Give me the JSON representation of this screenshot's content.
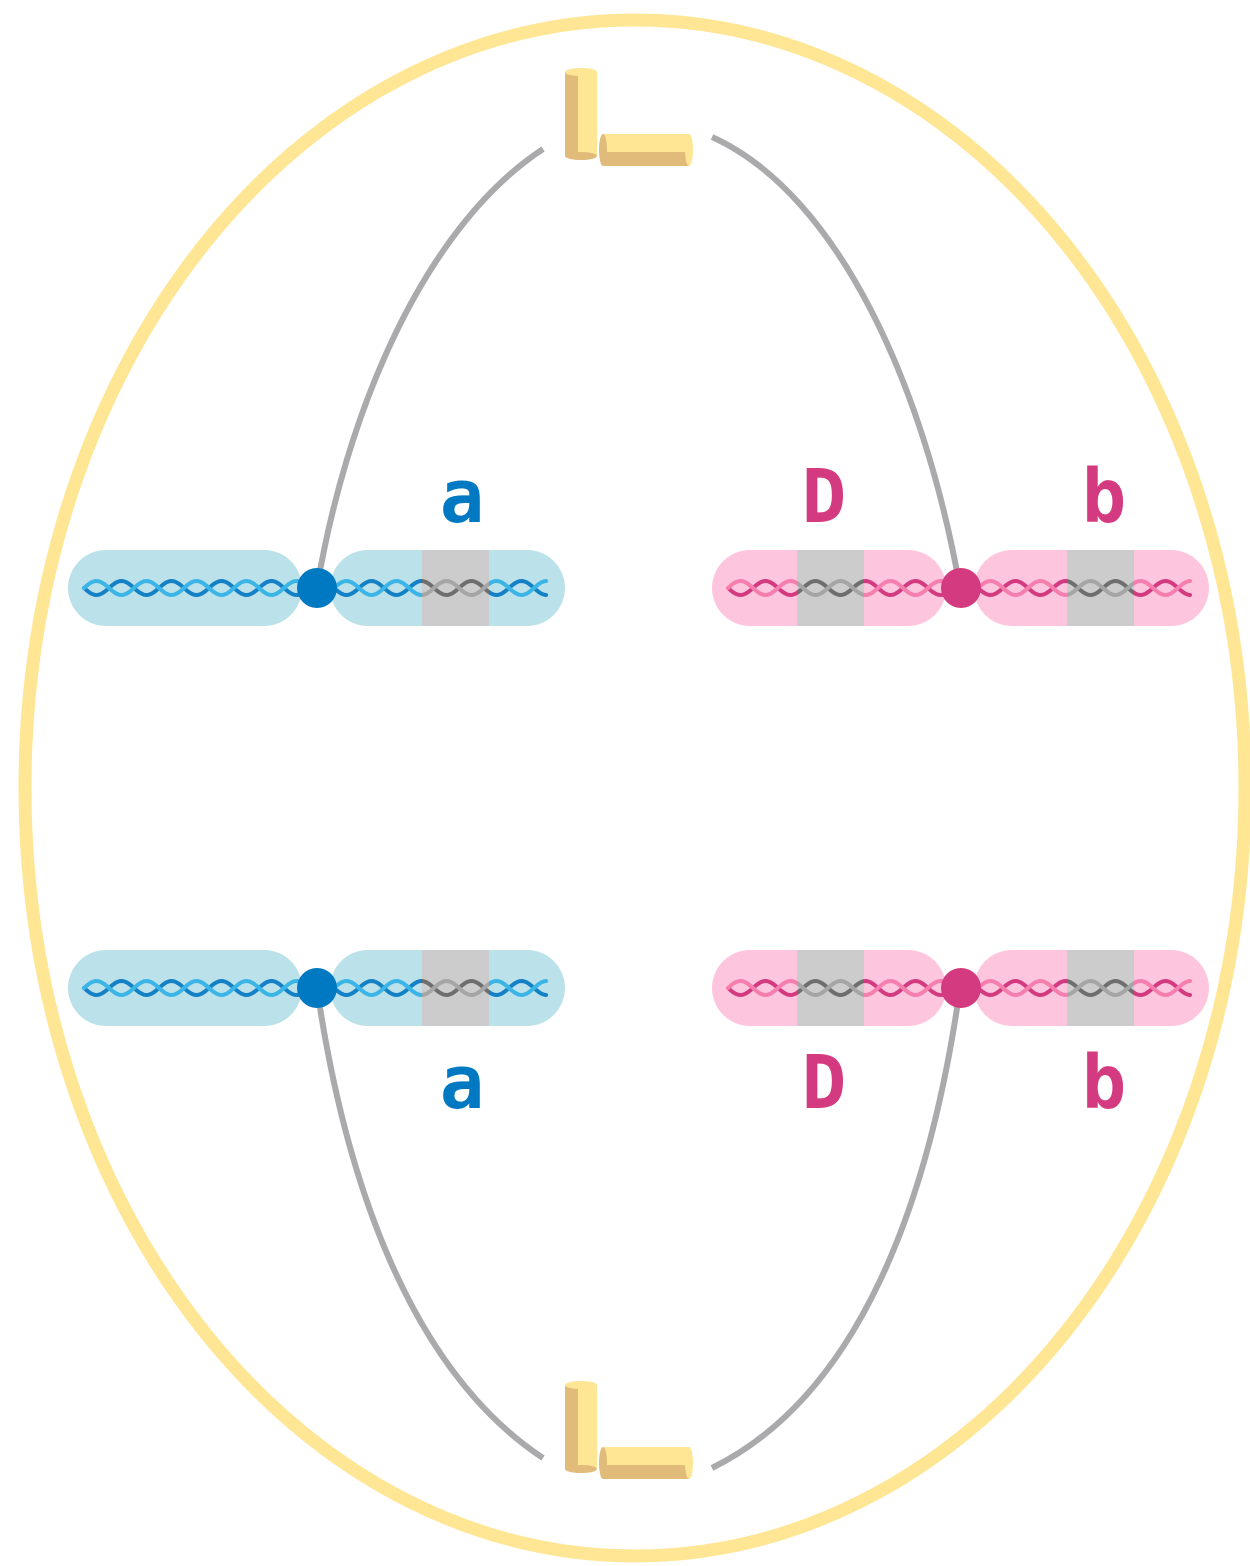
{
  "colors": {
    "cell_membrane": "#fee695",
    "spindle": "#aaaaad",
    "blue_chromosome": "#bbe1ea",
    "blue_centromere": "#0079c2",
    "blue_strand_dark": "#1481c7",
    "blue_strand_light": "#3ab5e6",
    "pink_chromosome": "#fec5df",
    "pink_centromere": "#d43a7f",
    "pink_strand_dark": "#d43a7f",
    "pink_strand_light": "#f47eae",
    "gene_band": "#cccccc",
    "gene_strand_dark": "#6e6e6e",
    "gene_strand_light": "#a5a5a5",
    "centriole_light": "#fee695",
    "centriole_dark": "#e1bb7a"
  },
  "labels": {
    "upper_blue_allele": "a",
    "upper_pink_allele_1": "D",
    "upper_pink_allele_2": "b",
    "lower_blue_allele": "a",
    "lower_pink_allele_1": "D",
    "lower_pink_allele_2": "b"
  }
}
